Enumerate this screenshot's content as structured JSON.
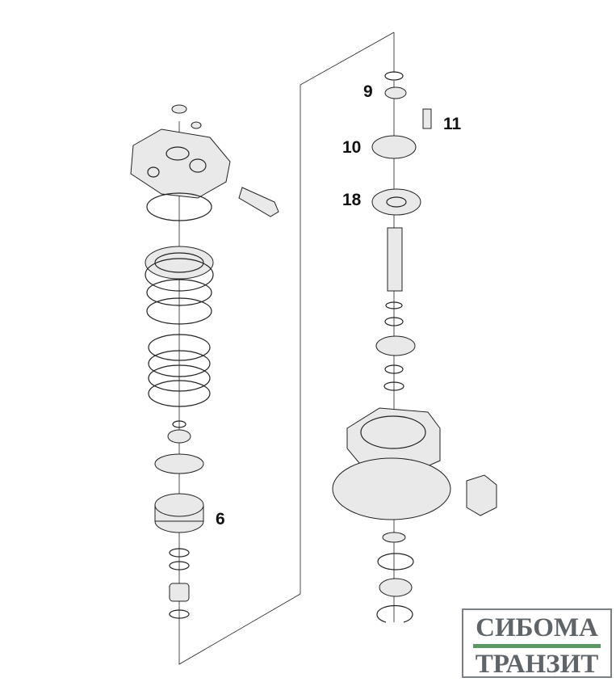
{
  "callouts": {
    "c9": "9",
    "c10": "10",
    "c11": "11",
    "c18": "18",
    "c6": "6"
  },
  "logo": {
    "line1": "СИБОМА",
    "line2": "ТРАНЗИТ",
    "bar_color": "#5a9a62"
  }
}
